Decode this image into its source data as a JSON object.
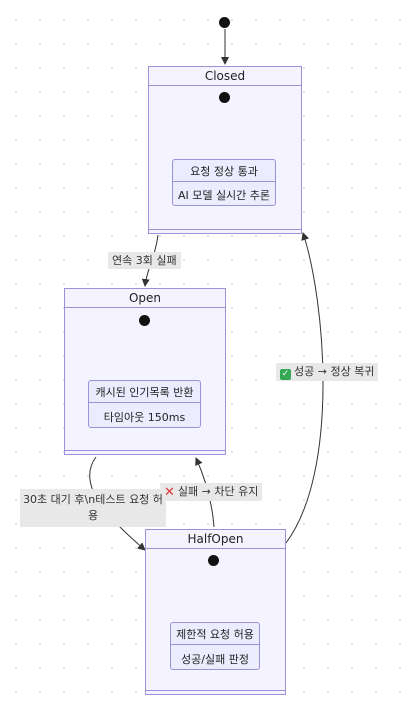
{
  "states": {
    "closed": {
      "name": "Closed",
      "rows": [
        "요청 정상 통과",
        "AI 모델 실시간 추론"
      ]
    },
    "open": {
      "name": "Open",
      "rows": [
        "캐시된 인기목록 반환",
        "타임아웃 150ms"
      ]
    },
    "halfopen": {
      "name": "HalfOpen",
      "rows": [
        "제한적 요청 허용",
        "성공/실패 판정"
      ]
    }
  },
  "transitions": {
    "closed_to_open": "연속 3회 실패",
    "open_to_halfopen": "30초 대기 후\\n테스트 요청 허용",
    "halfopen_to_open": "실패 → 차단 유지",
    "halfopen_to_closed": "성공 → 정상 복귀"
  },
  "icons": {
    "success": "check-mark-icon",
    "failure": "cross-mark-icon"
  },
  "colors": {
    "state_fill": "#f4f3ff",
    "state_border": "#9b93d8",
    "inner_fill": "#ececff",
    "label_bg": "#e8e8e8",
    "success": "#34a853",
    "failure": "#e0343b"
  }
}
